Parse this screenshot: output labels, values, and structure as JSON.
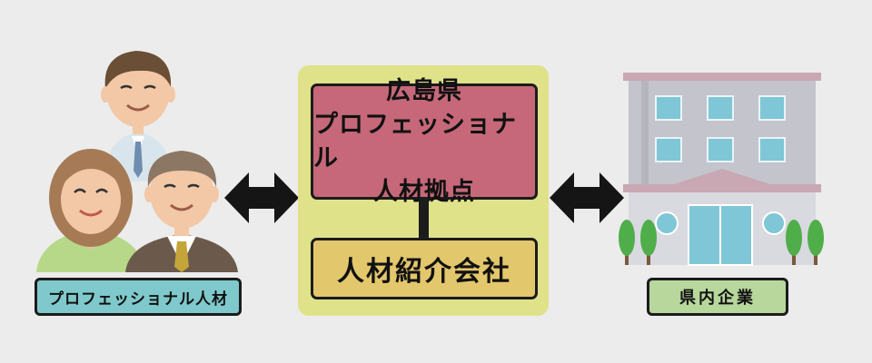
{
  "hub": {
    "line1": "広島県",
    "line2": "プロフェッショナル",
    "line3": "人材拠点"
  },
  "agency": {
    "label": "人材紹介会社"
  },
  "people_label": "プロフェッショナル人材",
  "companies_label": "県内企業",
  "colors": {
    "background": "#ececec",
    "panel": "#dfe289",
    "hub": "#c66879",
    "agency": "#e3c76c",
    "people_label": "#7fc9cc",
    "companies_label": "#b7d79c"
  },
  "icons": [
    "professionals-illustration",
    "double-arrow-icon",
    "company-building-illustration",
    "tree-icon"
  ]
}
